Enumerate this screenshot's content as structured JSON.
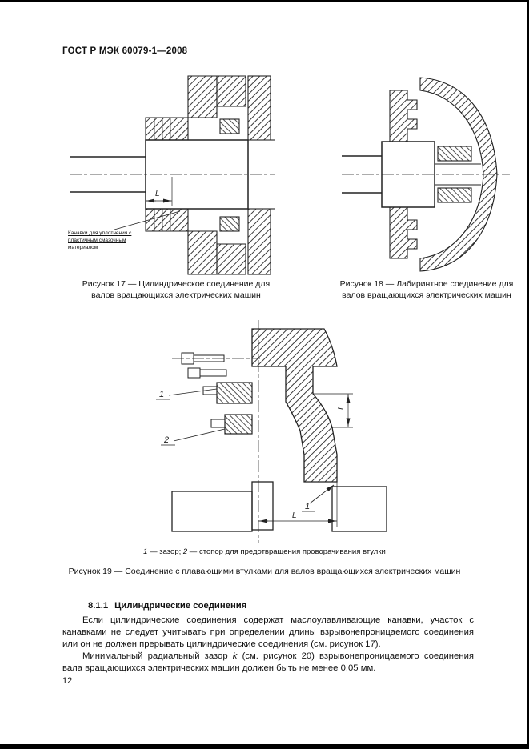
{
  "page": {
    "header": "ГОСТ Р МЭК 60079-1—2008",
    "number": "12"
  },
  "figure17": {
    "annotation": "Канавки для уплотнения с пластичным смазочным материалом",
    "dim_label": "L",
    "caption": "Рисунок 17 — Цилиндрическое соединение для валов вращающихся электрических машин"
  },
  "figure18": {
    "caption": "Рисунок 18 — Лабиринтное соединение для валов вращающихся электрических машин"
  },
  "figure19": {
    "callout_gap": "1",
    "callout_stop": "2",
    "dim_label": "L",
    "legend_num1": "1",
    "legend_text1": " — зазор; ",
    "legend_num2": "2",
    "legend_text2": " — стопор для предотвращения проворачивания втулки",
    "caption": "Рисунок 19 — Соединение с плавающими втулками для валов вращающихся электрических машин"
  },
  "section": {
    "heading_number": "8.1.1",
    "heading_title": "Цилиндрические соединения",
    "para1": "Если цилиндрические соединения содержат маслоулавливающие канавки, участок с канавками не следует учитывать при определении длины взрывонепроницаемого соединения или он не должен прерывать цилиндрические соединения (см. рисунок 17).",
    "para2_before": "Минимальный радиальный зазор ",
    "para2_k": "k",
    "para2_after": " (см. рисунок 20) взрывонепроницаемого соединения вала вращающихся электрических машин должен быть не менее 0,05 мм."
  }
}
